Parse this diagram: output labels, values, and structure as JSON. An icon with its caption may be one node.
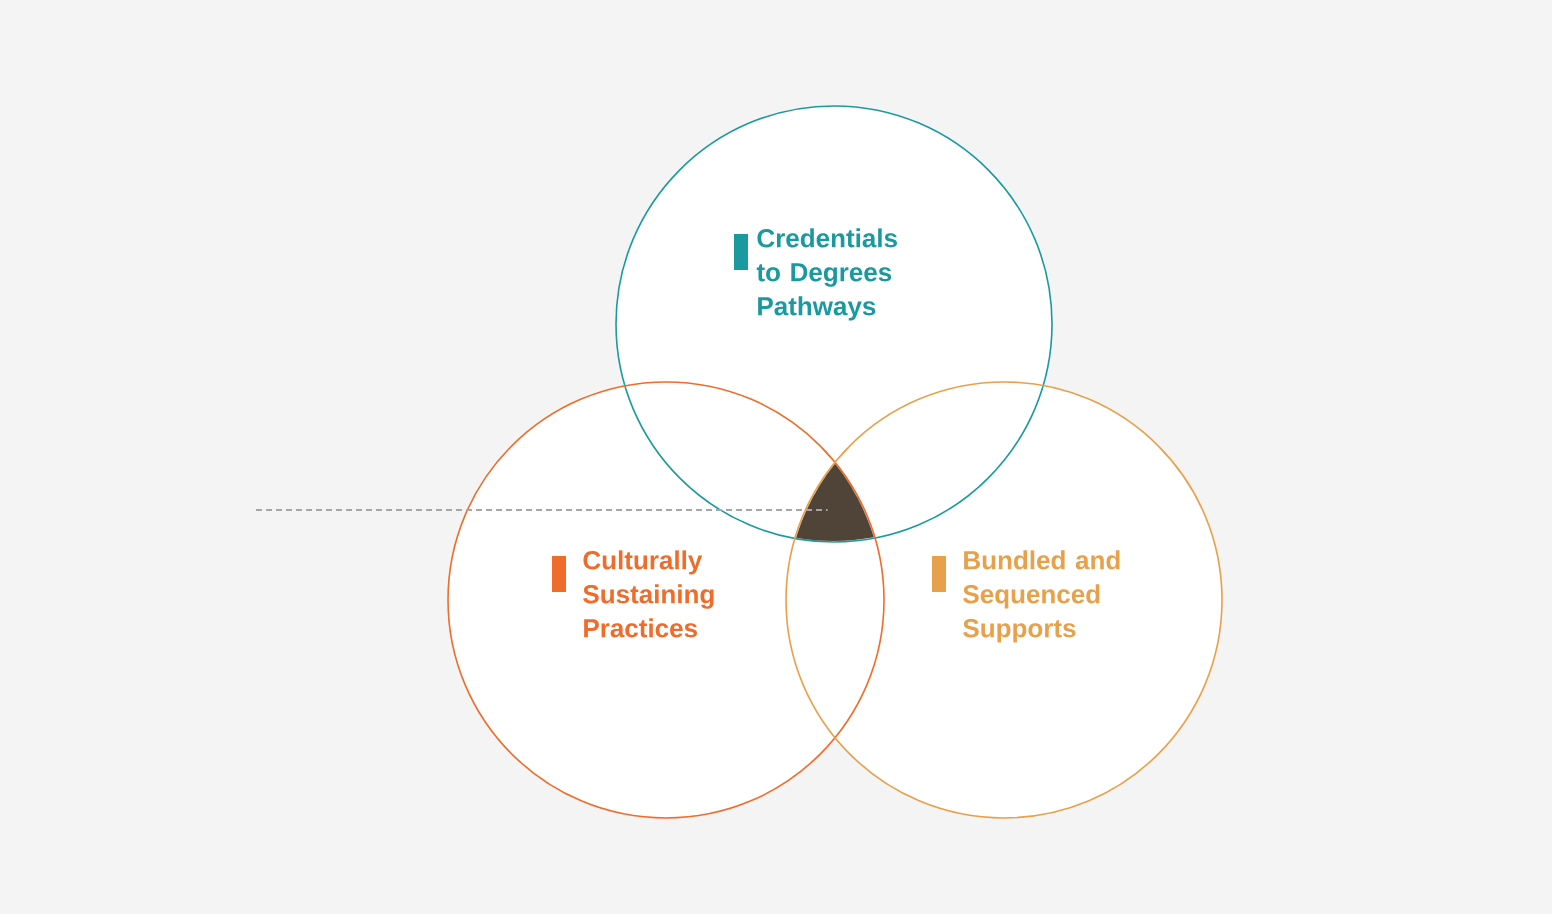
{
  "diagram": {
    "nodes": [
      {
        "text": [
          "Credentials to Degrees Pathways"
        ]
      },
      {
        "text": [
          "Culturally Sustaining Practices"
        ]
      },
      {
        "text": [
          "Bundled and Sequenced Supports"
        ]
      },
      {
        "text": [],
        "shape": "triangle"
      }
    ],
    "edges": [
      {
        "from": null,
        "to": 3,
        "arrow": "none",
        "style": "dashed"
      }
    ]
  }
}
